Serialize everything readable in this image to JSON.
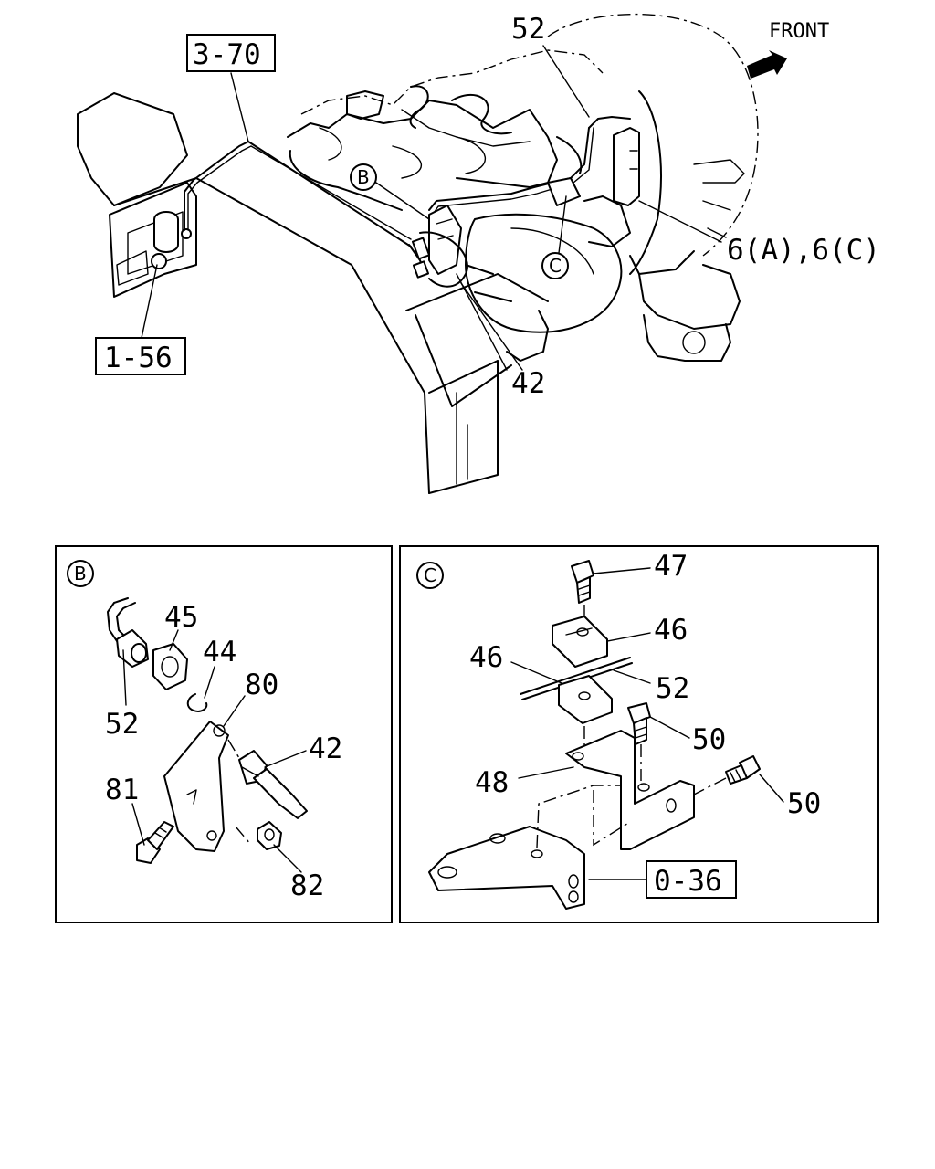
{
  "front_label": "FRONT",
  "main_view": {
    "ref_3_70": "3-70",
    "ref_1_56": "1-56",
    "callout_52": "52",
    "callout_6": "6(A),6(C)",
    "callout_42": "42",
    "marker_b": "B",
    "marker_c": "C"
  },
  "detail_b": {
    "marker": "B",
    "labels": {
      "p45": "45",
      "p44": "44",
      "p80": "80",
      "p52": "52",
      "p42": "42",
      "p81": "81",
      "p82": "82"
    }
  },
  "detail_c": {
    "marker": "C",
    "labels": {
      "p47": "47",
      "p46a": "46",
      "p46b": "46",
      "p52": "52",
      "p50a": "50",
      "p48": "48",
      "p50b": "50"
    },
    "ref_0_36": "0-36"
  }
}
